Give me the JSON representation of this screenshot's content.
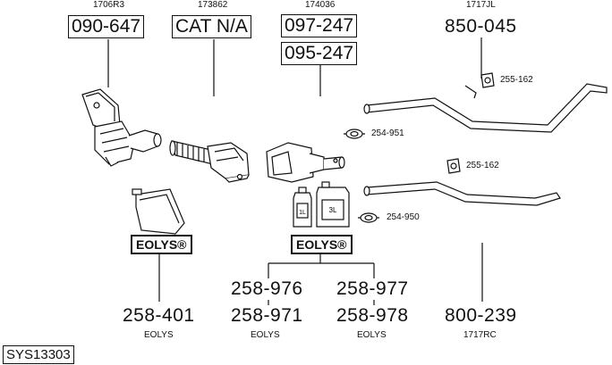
{
  "top_refs": {
    "ref1": "1706R3",
    "ref2": "173862",
    "ref3": "174036",
    "ref4": "1717JL"
  },
  "top_codes": {
    "code1": "090-647",
    "code2": "CAT N/A",
    "code3a": "097-247",
    "code3b": "095-247",
    "code4": "850-045"
  },
  "clamps": {
    "clamp_upper_right": "255-162",
    "clamp_lower_right": "255-162",
    "gasket_upper": "254-951",
    "gasket_lower": "254-950"
  },
  "eolys_boxes": {
    "left": "EOLYS®",
    "middle": "EOLYS®"
  },
  "bottles": {
    "small": "1L",
    "large": "3L"
  },
  "bottom_codes": {
    "c258_401": "258-401",
    "c258_976": "258-976",
    "c258_977": "258-977",
    "c258_971": "258-971",
    "c258_978": "258-978",
    "c800_239": "800-239"
  },
  "bottom_labels": {
    "l1": "EOLYS",
    "l2": "EOLYS",
    "l3": "EOLYS",
    "l4": "1717RC"
  },
  "system_id": "SYS13303"
}
